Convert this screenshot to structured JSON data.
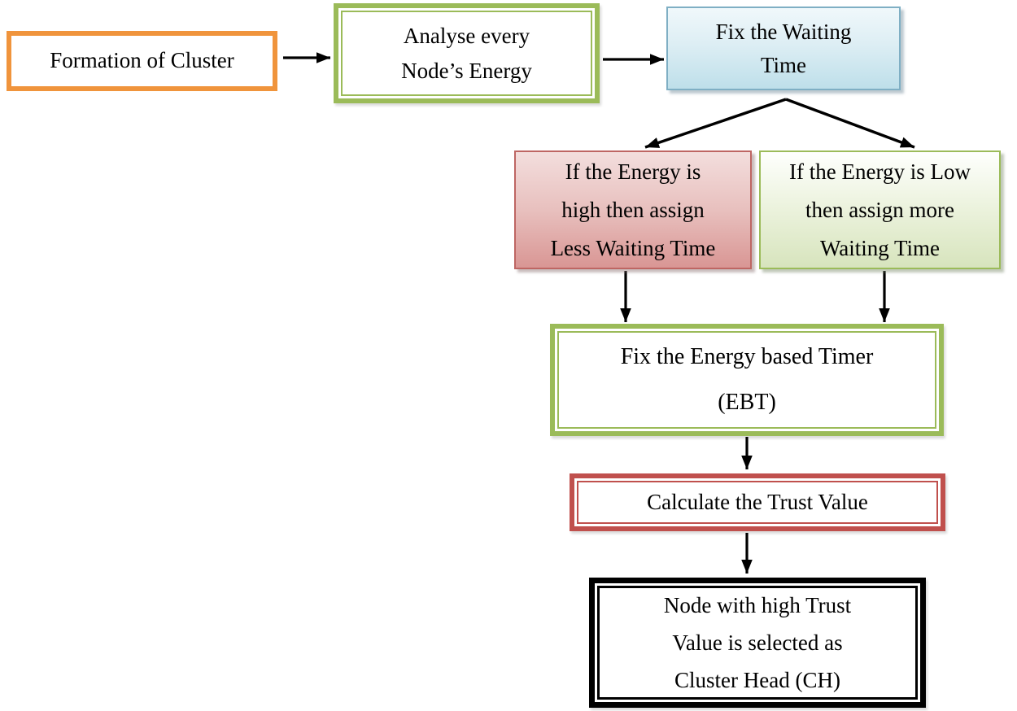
{
  "diagram": {
    "nodes": {
      "formation": {
        "label": "Formation of Cluster",
        "style": "orange-single"
      },
      "analyse": {
        "label": "Analyse every\nNode’s Energy",
        "style": "green-double"
      },
      "fix_waiting": {
        "label": "Fix the Waiting\nTime",
        "style": "blue-gradient"
      },
      "energy_high": {
        "label": "If the Energy is\nhigh then assign\nLess Waiting Time",
        "style": "red-gradient"
      },
      "energy_low": {
        "label": "If the Energy is Low\nthen assign more\nWaiting Time",
        "style": "green-gradient"
      },
      "ebt": {
        "label": "Fix the Energy based Timer\n(EBT)",
        "style": "green-double"
      },
      "trust": {
        "label": "Calculate the Trust Value",
        "style": "red-double"
      },
      "cluster_head": {
        "label": "Node with high Trust\nValue is selected as\nCluster Head (CH)",
        "style": "black-double"
      }
    },
    "edges": [
      {
        "from": "formation",
        "to": "analyse"
      },
      {
        "from": "analyse",
        "to": "fix_waiting"
      },
      {
        "from": "fix_waiting",
        "to": "energy_high"
      },
      {
        "from": "fix_waiting",
        "to": "energy_low"
      },
      {
        "from": "energy_high",
        "to": "ebt"
      },
      {
        "from": "energy_low",
        "to": "ebt"
      },
      {
        "from": "ebt",
        "to": "trust"
      },
      {
        "from": "trust",
        "to": "cluster_head"
      }
    ],
    "colors": {
      "background": "#FFFFFF",
      "orange_border": "#F0943C",
      "olive_green_border": "#9BBB59",
      "blue_border": "#7FAFC4",
      "blue_fill_top": "#F0F8FB",
      "blue_fill_bottom": "#BEDFEA",
      "red_border": "#C0504D",
      "red_fill_top": "#F3DEDD",
      "red_fill_bottom": "#D99694",
      "green_fill_top": "#FEFFFD",
      "green_fill_bottom": "#D7E4BD",
      "black_border": "#000000",
      "arrow": "#000000",
      "text": "#000000"
    }
  }
}
